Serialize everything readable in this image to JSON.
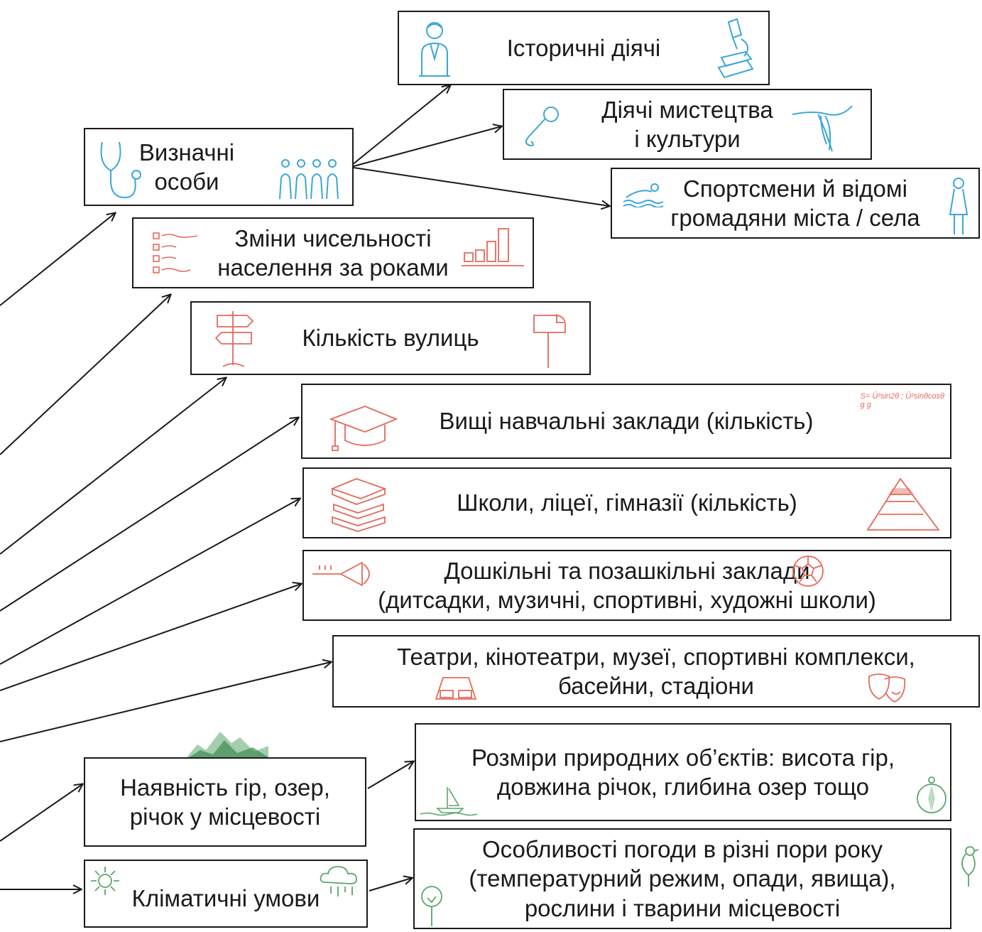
{
  "boxes": {
    "historic": {
      "text": "Історичні діячі"
    },
    "art": {
      "line1": "Діячі мистецтва",
      "line2": "і культури"
    },
    "notable": {
      "line1": "Визначні",
      "line2": "особи"
    },
    "sport": {
      "line1": "Спортсмени й відомі",
      "line2": "громадяни міста / села"
    },
    "population": {
      "line1": "Зміни чисельності",
      "line2": "населення за роками"
    },
    "streets": {
      "text": "Кількість вулиць"
    },
    "universities": {
      "text": "Вищі навчальні заклади (кількість)"
    },
    "schools": {
      "text": "Школи, ліцеї, гімназії (кількість)"
    },
    "preschool": {
      "line1": "Дошкільні та позашкільні заклади",
      "line2": "(дитсадки, музичні, спортивні, художні школи)"
    },
    "theatres": {
      "line1": "Театри, кінотеатри, музеї, спортивні комплекси,",
      "line2": "басейни, стадіони"
    },
    "nature": {
      "line1": "Наявність гір, озер,",
      "line2": "річок у місцевості"
    },
    "sizes": {
      "line1": "Розміри природних об’єктів: висота гір,",
      "line2": "довжина річок, глибина озер тощо"
    },
    "climate": {
      "text": "Кліматичні умови"
    },
    "weather": {
      "line1": "Особливості погоди в різні пори року",
      "line2": "(температурний режим, опади, явища),",
      "line3": "рослини і тварини місцевості"
    }
  },
  "decor": {
    "formula": "S= Ū²sin2θ ; Ū²sinθcosθ",
    "formula_den": "g          g"
  },
  "colors": {
    "ink": "#1a1a1a",
    "blue": "#3aa7d8",
    "red": "#e46a5c",
    "green": "#5aa66a"
  }
}
